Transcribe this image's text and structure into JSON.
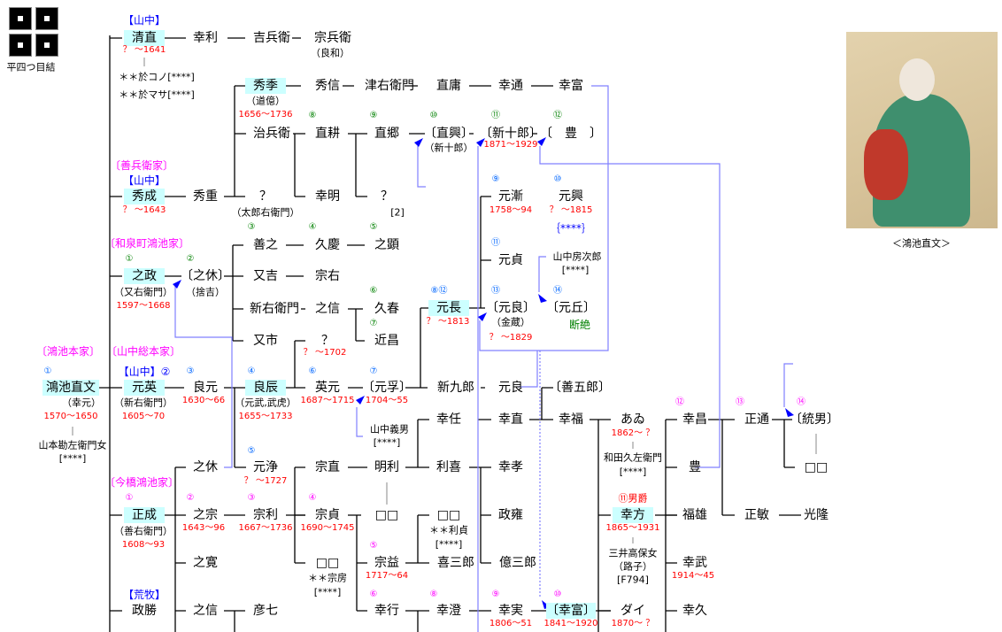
{
  "crest": {
    "label": "平四つ目結"
  },
  "portrait": {
    "caption": "＜鴻池直文＞"
  },
  "colors": {
    "date": "#ff0000",
    "heir_box": "#ccffff",
    "link_line": "#8080ff",
    "gen_green": "#008000",
    "gen_blue": "#0066ff",
    "gen_magenta": "#ff00ff"
  },
  "people": {
    "naobumi": {
      "tag": "〔鴻池本家〕",
      "num": "①",
      "name": "鴻池直文",
      "alias": "（幸元）",
      "dates": "1570〜1650",
      "spouse": "山本勘左衛門女",
      "spouse_id": "[****]"
    },
    "kiyonao": {
      "tag": "【山中】",
      "name": "清直",
      "dates": "？ 〜1641",
      "spouse1": "＊＊於コノ[****]",
      "spouse2": "＊＊於マサ[****]"
    },
    "yukitoshi": {
      "name": "幸利"
    },
    "kichibee": {
      "name": "吉兵衛"
    },
    "sobee": {
      "name": "宗兵衛",
      "alias": "（良和）"
    },
    "hidenari": {
      "tag": "〔善兵衛家〕",
      "house": "【山中】",
      "name": "秀成",
      "dates": "？ 〜1643"
    },
    "hideshige": {
      "name": "秀重"
    },
    "hidesue": {
      "name": "秀季",
      "alias": "（道億）",
      "dates": "1656〜1736"
    },
    "jihee": {
      "name": "治兵衛"
    },
    "unknown1": {
      "name": "？",
      "alias": "（太郎右衛門）"
    },
    "hidenobu": {
      "name": "秀信"
    },
    "tsuemon": {
      "name": "津右衛門"
    },
    "naotsune": {
      "name": "直庸"
    },
    "yukimichi": {
      "name": "幸通"
    },
    "yukitomi_a": {
      "name": "幸富"
    },
    "naotaka": {
      "num": "⑧",
      "name": "直耕"
    },
    "naosato": {
      "num": "⑨",
      "name": "直郷"
    },
    "naooki": {
      "num": "⑩",
      "name": "〔直興〕",
      "alias": "（新十郎）"
    },
    "shinjuro": {
      "num": "⑪",
      "name": "〔新十郎〕",
      "dates": "1871〜1929"
    },
    "yutaka_a": {
      "num": "⑫",
      "name": "〔　豊　〕"
    },
    "yukiaki": {
      "name": "幸明"
    },
    "unknown2": {
      "name": "？",
      "note": "[2]"
    },
    "yukimasa": {
      "tag": "〔和泉町鴻池家〕",
      "num": "①",
      "name": "之政",
      "alias": "（又右衛門）",
      "dates": "1597〜1668"
    },
    "yukiyasu": {
      "num": "②",
      "name": "〔之休〕",
      "alias": "（捨吉）"
    },
    "yoshiyuki": {
      "num": "③",
      "name": "善之"
    },
    "kyukei": {
      "num": "④",
      "name": "久慶"
    },
    "yukiaki2": {
      "num": "⑤",
      "name": "之顕"
    },
    "matayoshi": {
      "name": "又吉"
    },
    "soyu": {
      "name": "宗右"
    },
    "shinemon": {
      "name": "新右衛門"
    },
    "yukinobu": {
      "name": "之信"
    },
    "kyushun": {
      "num": "⑥",
      "name": "久春"
    },
    "chikamasa": {
      "num": "⑦",
      "name": "近昌"
    },
    "mataichi": {
      "name": "又市"
    },
    "unknown3": {
      "name": "？",
      "dates": "？ 〜1702"
    },
    "motohide": {
      "tag": "〔山中総本家〕",
      "house": "【山中】②",
      "name": "元英",
      "alias": "（新右衛門）",
      "dates": "1605〜70"
    },
    "yoshimoto": {
      "num": "③",
      "name": "良元",
      "dates": "1630〜66"
    },
    "yoshitoki": {
      "num": "④",
      "name": "良辰",
      "alias": "（元武,武虎）",
      "dates": "1655〜1733"
    },
    "hidemoto": {
      "num": "⑥",
      "name": "英元",
      "dates": "1687〜1715"
    },
    "motozane": {
      "num": "⑦",
      "name": "〔元孚〕",
      "dates": "1704〜55"
    },
    "shinkuro": {
      "name": "新九郎"
    },
    "motoyoshi_b": {
      "name": "元良"
    },
    "zengoro": {
      "name": "〔善五郎〕"
    },
    "motonaga": {
      "num": "⑧⑫",
      "name": "元長",
      "dates": "？ 〜1813"
    },
    "motozen": {
      "num": "⑨",
      "name": "元漸",
      "dates": "1758〜94"
    },
    "motooki": {
      "num": "⑩",
      "name": "元興",
      "dates": "？ 〜1815",
      "note": "｛****｝"
    },
    "motosada": {
      "num": "⑪",
      "name": "元貞"
    },
    "fusajiro": {
      "name": "山中房次郎",
      "id": "[****]"
    },
    "motoyoshi": {
      "num": "⑬",
      "name": "〔元良〕",
      "alias": "（金蔵）",
      "dates": "？ 〜1829"
    },
    "motooka": {
      "num": "⑭",
      "name": "〔元丘〕",
      "note": "断絶"
    },
    "yoshio": {
      "name": "山中義男",
      "id": "[****]"
    },
    "yukitada": {
      "name": "幸任"
    },
    "yukinao": {
      "name": "幸直"
    },
    "yukifuku": {
      "name": "幸福"
    },
    "ai": {
      "name": "あゐ",
      "dates": "1862〜 ？",
      "spouse": "和田久左衛門",
      "spouse_id": "[****]"
    },
    "yukiyasu2": {
      "name": "之休"
    },
    "motokiyo": {
      "num": "⑤",
      "name": "元浄",
      "dates": "？ 〜1727"
    },
    "munenao": {
      "name": "宗直"
    },
    "akitoshi": {
      "name": "明利"
    },
    "toshiyoshi": {
      "name": "利喜"
    },
    "yukitaka": {
      "name": "幸孝"
    },
    "masanari": {
      "tag": "〔今橋鴻池家〕",
      "num": "①",
      "name": "正成",
      "alias": "（善右衛門）",
      "dates": "1608〜93"
    },
    "yukimune": {
      "num": "②",
      "name": "之宗",
      "dates": "1643〜96"
    },
    "munetoshi": {
      "num": "③",
      "name": "宗利",
      "dates": "1667〜1736"
    },
    "munesada": {
      "num": "④",
      "name": "宗貞",
      "dates": "1690〜1745"
    },
    "unnamed1": {
      "name": "□□"
    },
    "unnamed2": {
      "name": "□□",
      "spouse": "＊＊利貞",
      "id": "[****]"
    },
    "masayasu": {
      "name": "政雍"
    },
    "yukihiro": {
      "name": "之寛"
    },
    "unnamed3": {
      "name": "□□",
      "spouse": "＊＊宗房",
      "id": "[****]"
    },
    "muneyasu": {
      "num": "⑤",
      "name": "宗益",
      "dates": "1717〜64"
    },
    "kisaburo": {
      "name": "喜三郎"
    },
    "okusaburo": {
      "name": "億三郎"
    },
    "masakatsu": {
      "house": "【荒牧】",
      "name": "政勝"
    },
    "yukinobu2": {
      "name": "之信"
    },
    "hikoshichi": {
      "name": "彦七"
    },
    "yukiyuki": {
      "num": "⑥",
      "name": "幸行"
    },
    "yukizumi": {
      "num": "⑧",
      "name": "幸澄"
    },
    "yukizane": {
      "num": "⑨",
      "name": "幸実",
      "dates": "1806〜51"
    },
    "yukitomi": {
      "num": "⑩",
      "name": "〔幸富〕",
      "dates": "1841〜1920"
    },
    "dai": {
      "name": "ダイ",
      "dates": "1870〜 ？"
    },
    "yukikata": {
      "num": "⑪男爵",
      "name": "幸方",
      "dates": "1865〜1931",
      "spouse": "三井高保女",
      "spouse_alias": "（路子）",
      "spouse_id": "[F794]"
    },
    "yukimasa2": {
      "num": "⑫",
      "name": "幸昌"
    },
    "yutaka": {
      "name": "豊"
    },
    "fukuo": {
      "name": "福雄"
    },
    "yukitake": {
      "name": "幸武",
      "dates": "1914〜45"
    },
    "yukihisa": {
      "name": "幸久"
    },
    "masamichi": {
      "num": "⑬",
      "name": "正通"
    },
    "masatoshi": {
      "name": "正敏"
    },
    "osao": {
      "num": "⑭",
      "name": "〔統男〕"
    },
    "unnamed4": {
      "name": "□□"
    },
    "mitsutaka": {
      "name": "光隆"
    }
  }
}
